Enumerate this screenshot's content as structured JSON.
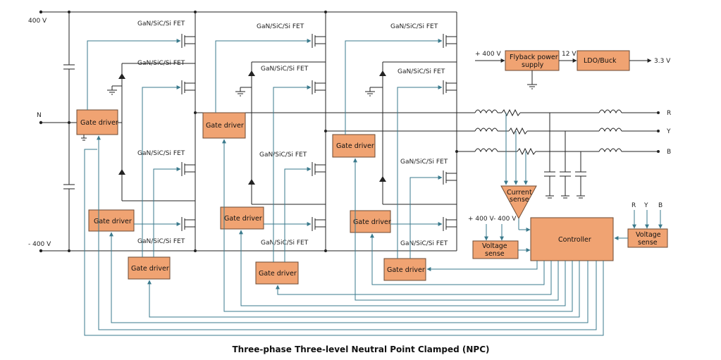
{
  "voltages": {
    "pos": "400 V",
    "neutral": "N",
    "neg": "- 400 V"
  },
  "fet_label": "GaN/SiC/Si FET",
  "gate_driver_label": "Gate driver",
  "power": {
    "input": "+ 400 V",
    "flyback": [
      "Flyback power",
      "supply"
    ],
    "mid": "12 V",
    "ldo": "LDO/Buck",
    "output": "3.3 V"
  },
  "phases": [
    "R",
    "Y",
    "B"
  ],
  "current_sense": [
    "Current",
    "sense"
  ],
  "voltage_sense": [
    "Voltage",
    "sense"
  ],
  "dc_sense_label": "+ 400 V- 400 V",
  "controller": "Controller",
  "caption": "Three-phase Three-level Neutral Point Clamped (NPC)",
  "colors": {
    "box_fill": "#f0a372",
    "signal": "#3a7a8c",
    "wire": "#222222"
  }
}
